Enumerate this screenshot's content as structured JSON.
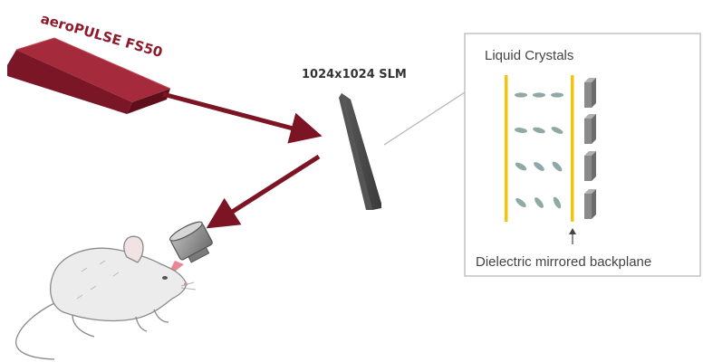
{
  "laser": {
    "label": "aeroPULSE FS50"
  },
  "slm": {
    "label": "1024x1024 SLM"
  },
  "inset": {
    "top_label": "Liquid Crystals",
    "bottom_label": "Dielectric mirrored backplane"
  },
  "colors": {
    "laser_body": "#8e1b2c",
    "beam": "#7d1424",
    "slm_panel": "#4a4a4a",
    "electrode": "#f2c40f",
    "crystal": "#8fa9a6",
    "backplane_block": "#8a8a8a",
    "inset_border": "#b5b5b5",
    "text_dark": "#444444"
  },
  "icons": [
    "laser-box-icon",
    "slm-panel-icon",
    "objective-lens-icon",
    "mouse-illustration"
  ]
}
